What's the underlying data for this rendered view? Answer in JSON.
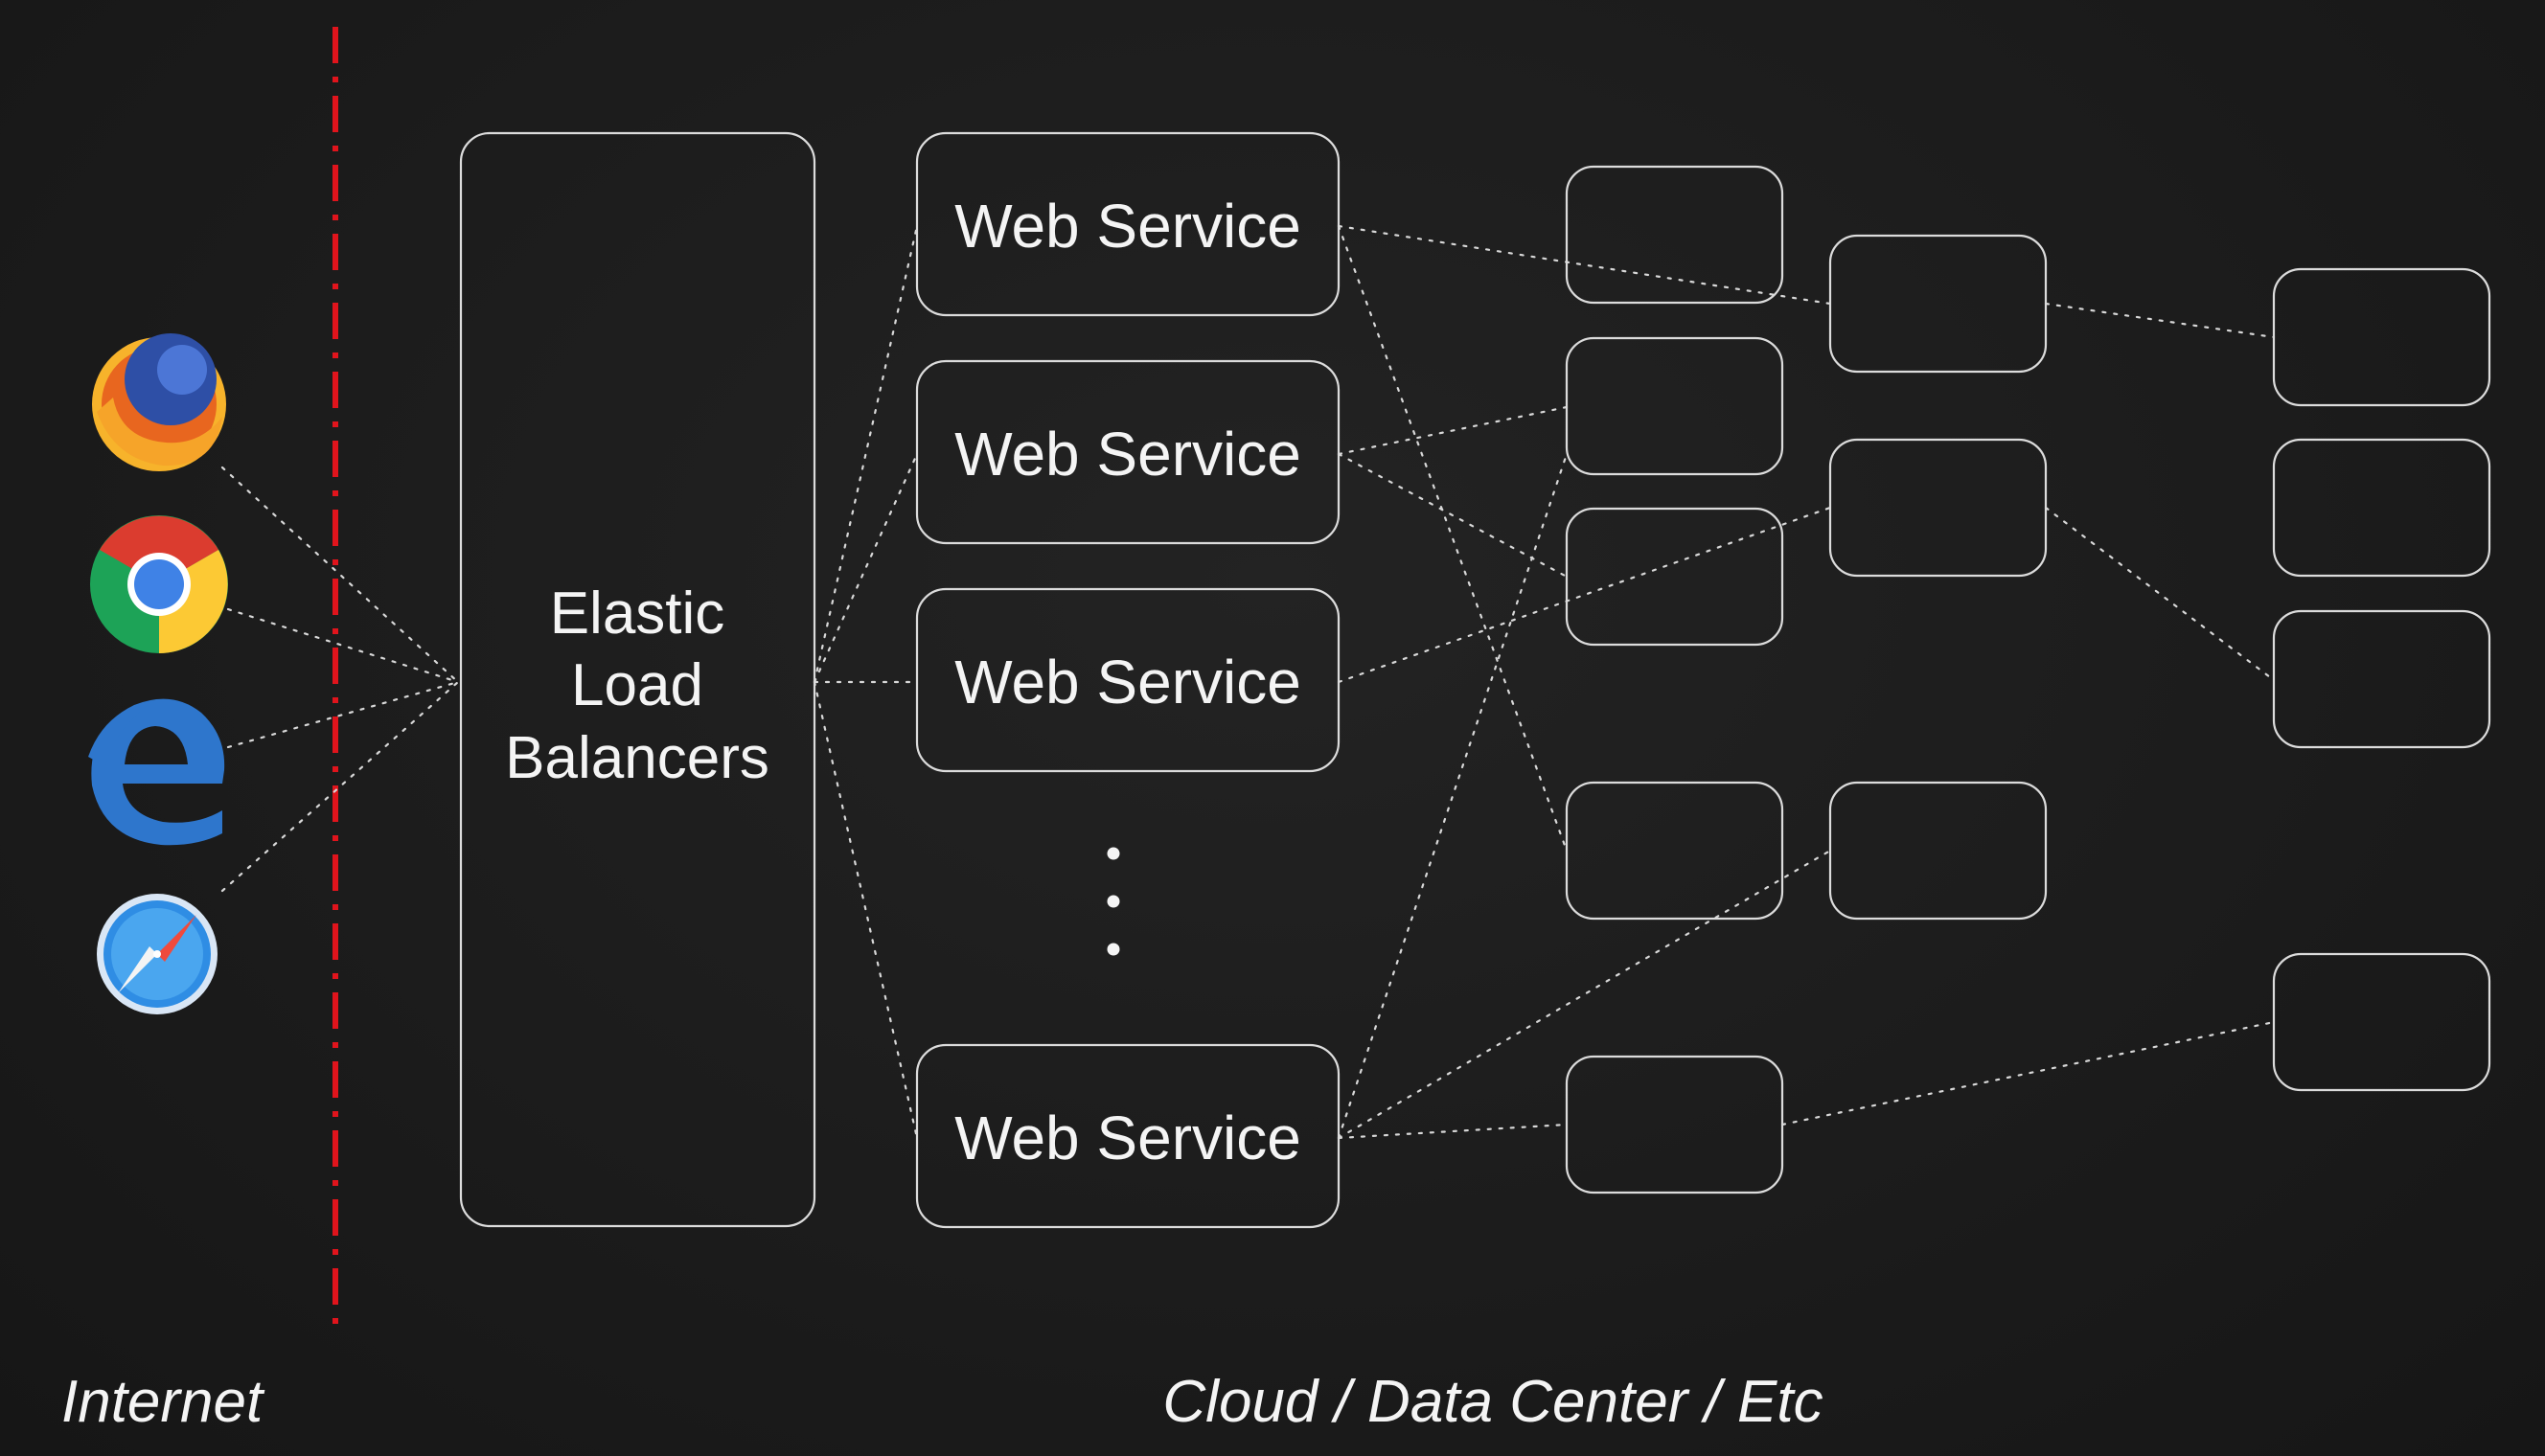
{
  "diagram": {
    "regions": {
      "left": "Internet",
      "right": "Cloud / Data Center / Etc"
    },
    "load_balancer": {
      "lines": [
        "Elastic",
        "Load",
        "Balancers"
      ]
    },
    "web_services": [
      {
        "label": "Web Service"
      },
      {
        "label": "Web Service"
      },
      {
        "label": "Web Service"
      },
      {
        "label": "Web Service"
      }
    ],
    "browsers": [
      {
        "icon": "firefox-icon",
        "name": "Firefox"
      },
      {
        "icon": "chrome-icon",
        "name": "Chrome"
      },
      {
        "icon": "edge-icon",
        "name": "Edge"
      },
      {
        "icon": "safari-icon",
        "name": "Safari"
      }
    ],
    "colors": {
      "background": "#1b1b1b",
      "boundary": "#e0141c",
      "stroke": "#dcdcdc"
    }
  }
}
